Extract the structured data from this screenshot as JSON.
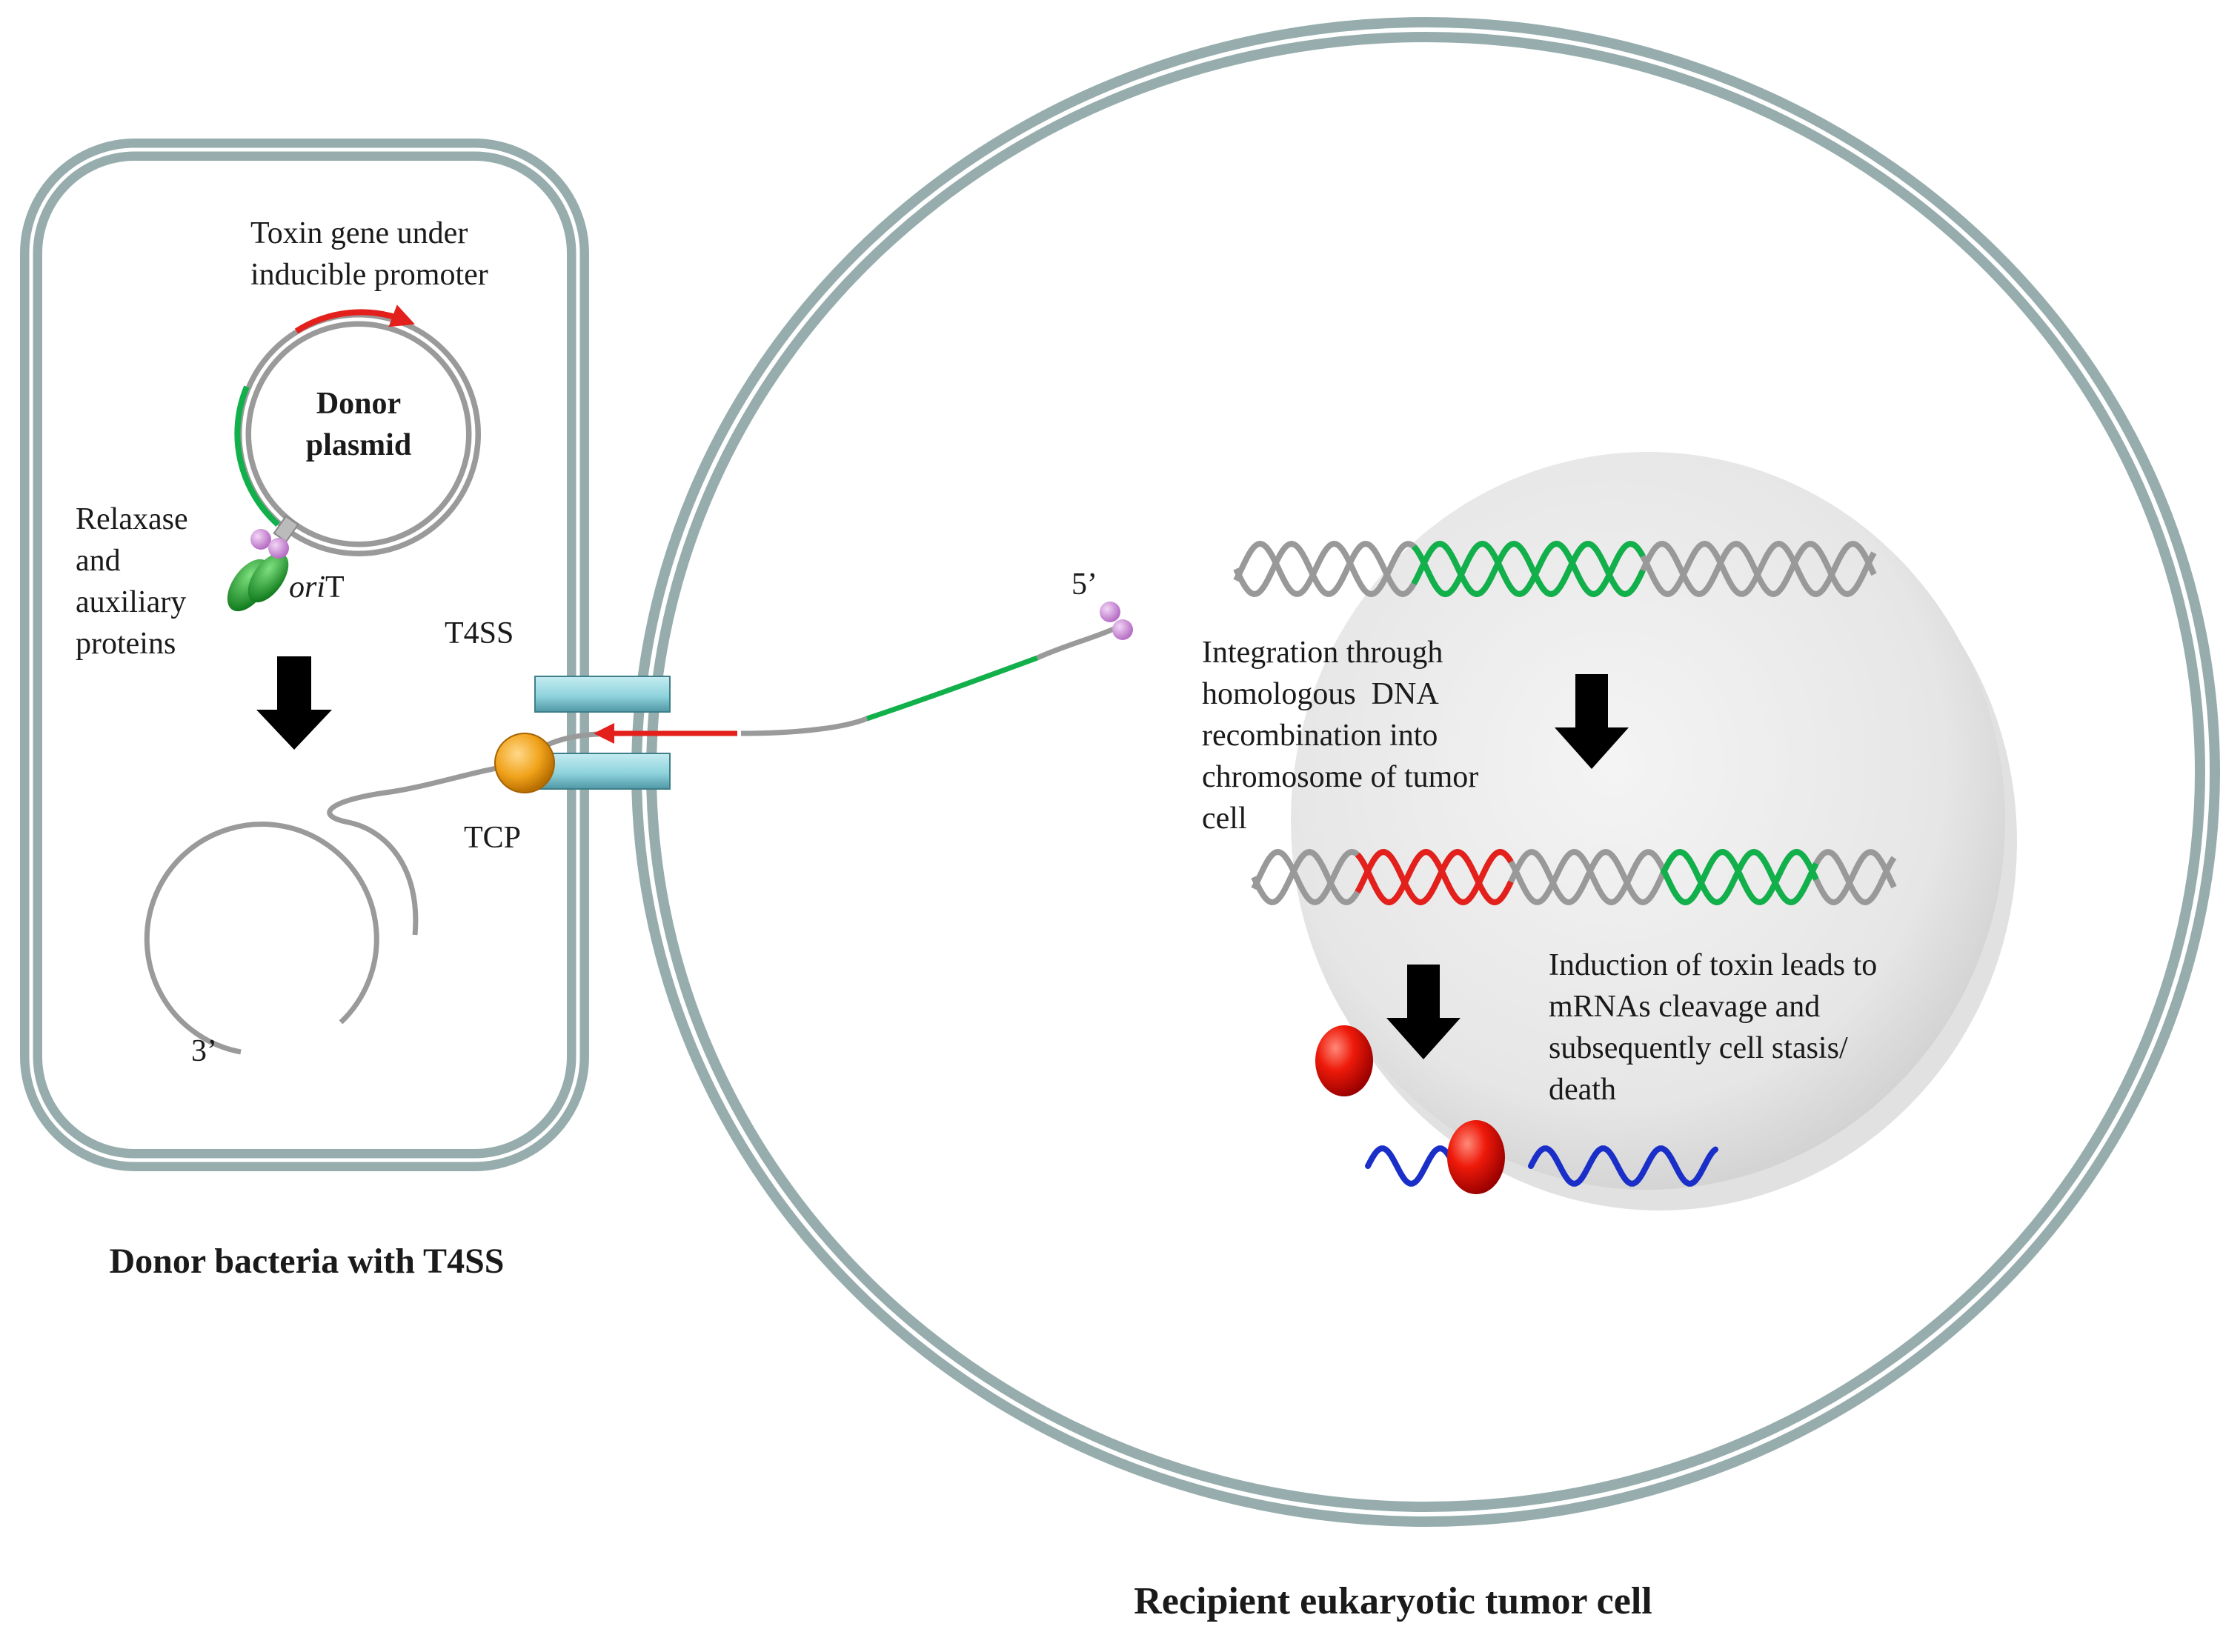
{
  "donor_cell": {
    "caption": "Donor bacteria with T4SS",
    "plasmid_label_line1": "Donor",
    "plasmid_label_line2": "plasmid",
    "toxin_gene_line1": "Toxin gene under",
    "toxin_gene_line2": "inducible promoter",
    "relaxase_line1": "Relaxase",
    "relaxase_line2": "and",
    "relaxase_line3": "auxiliary",
    "relaxase_line4": "proteins",
    "orit_italic": "ori",
    "orit_suffix": "T",
    "three_prime": "3’"
  },
  "secretion_system": {
    "t4ss_label": "T4SS",
    "tcp_label": "TCP"
  },
  "recipient_cell": {
    "caption": "Recipient eukaryotic tumor cell",
    "five_prime": "5’",
    "integration_line1": "Integration through",
    "integration_line2": "homologous  DNA",
    "integration_line3": "recombination into",
    "integration_line4": "chromosome of tumor",
    "integration_line5": "cell",
    "induction_line1": "Induction of toxin leads to",
    "induction_line2": "mRNAs cleavage and",
    "induction_line3": "subsequently cell stasis/",
    "induction_line4": "death"
  },
  "colors": {
    "membrane": "#97adad",
    "toxin_gene": "#e3201b",
    "orit_segment": "#12b04b",
    "dna_gray": "#999999",
    "mrna": "#1a2fc8",
    "toxin_protein": "#d90000",
    "t4ss_channel": "#8fd3dc",
    "tcp_ball": "#f0a21a",
    "relaxase_purple": "#cc8fd6",
    "relaxase_green": "#1aa02a"
  }
}
